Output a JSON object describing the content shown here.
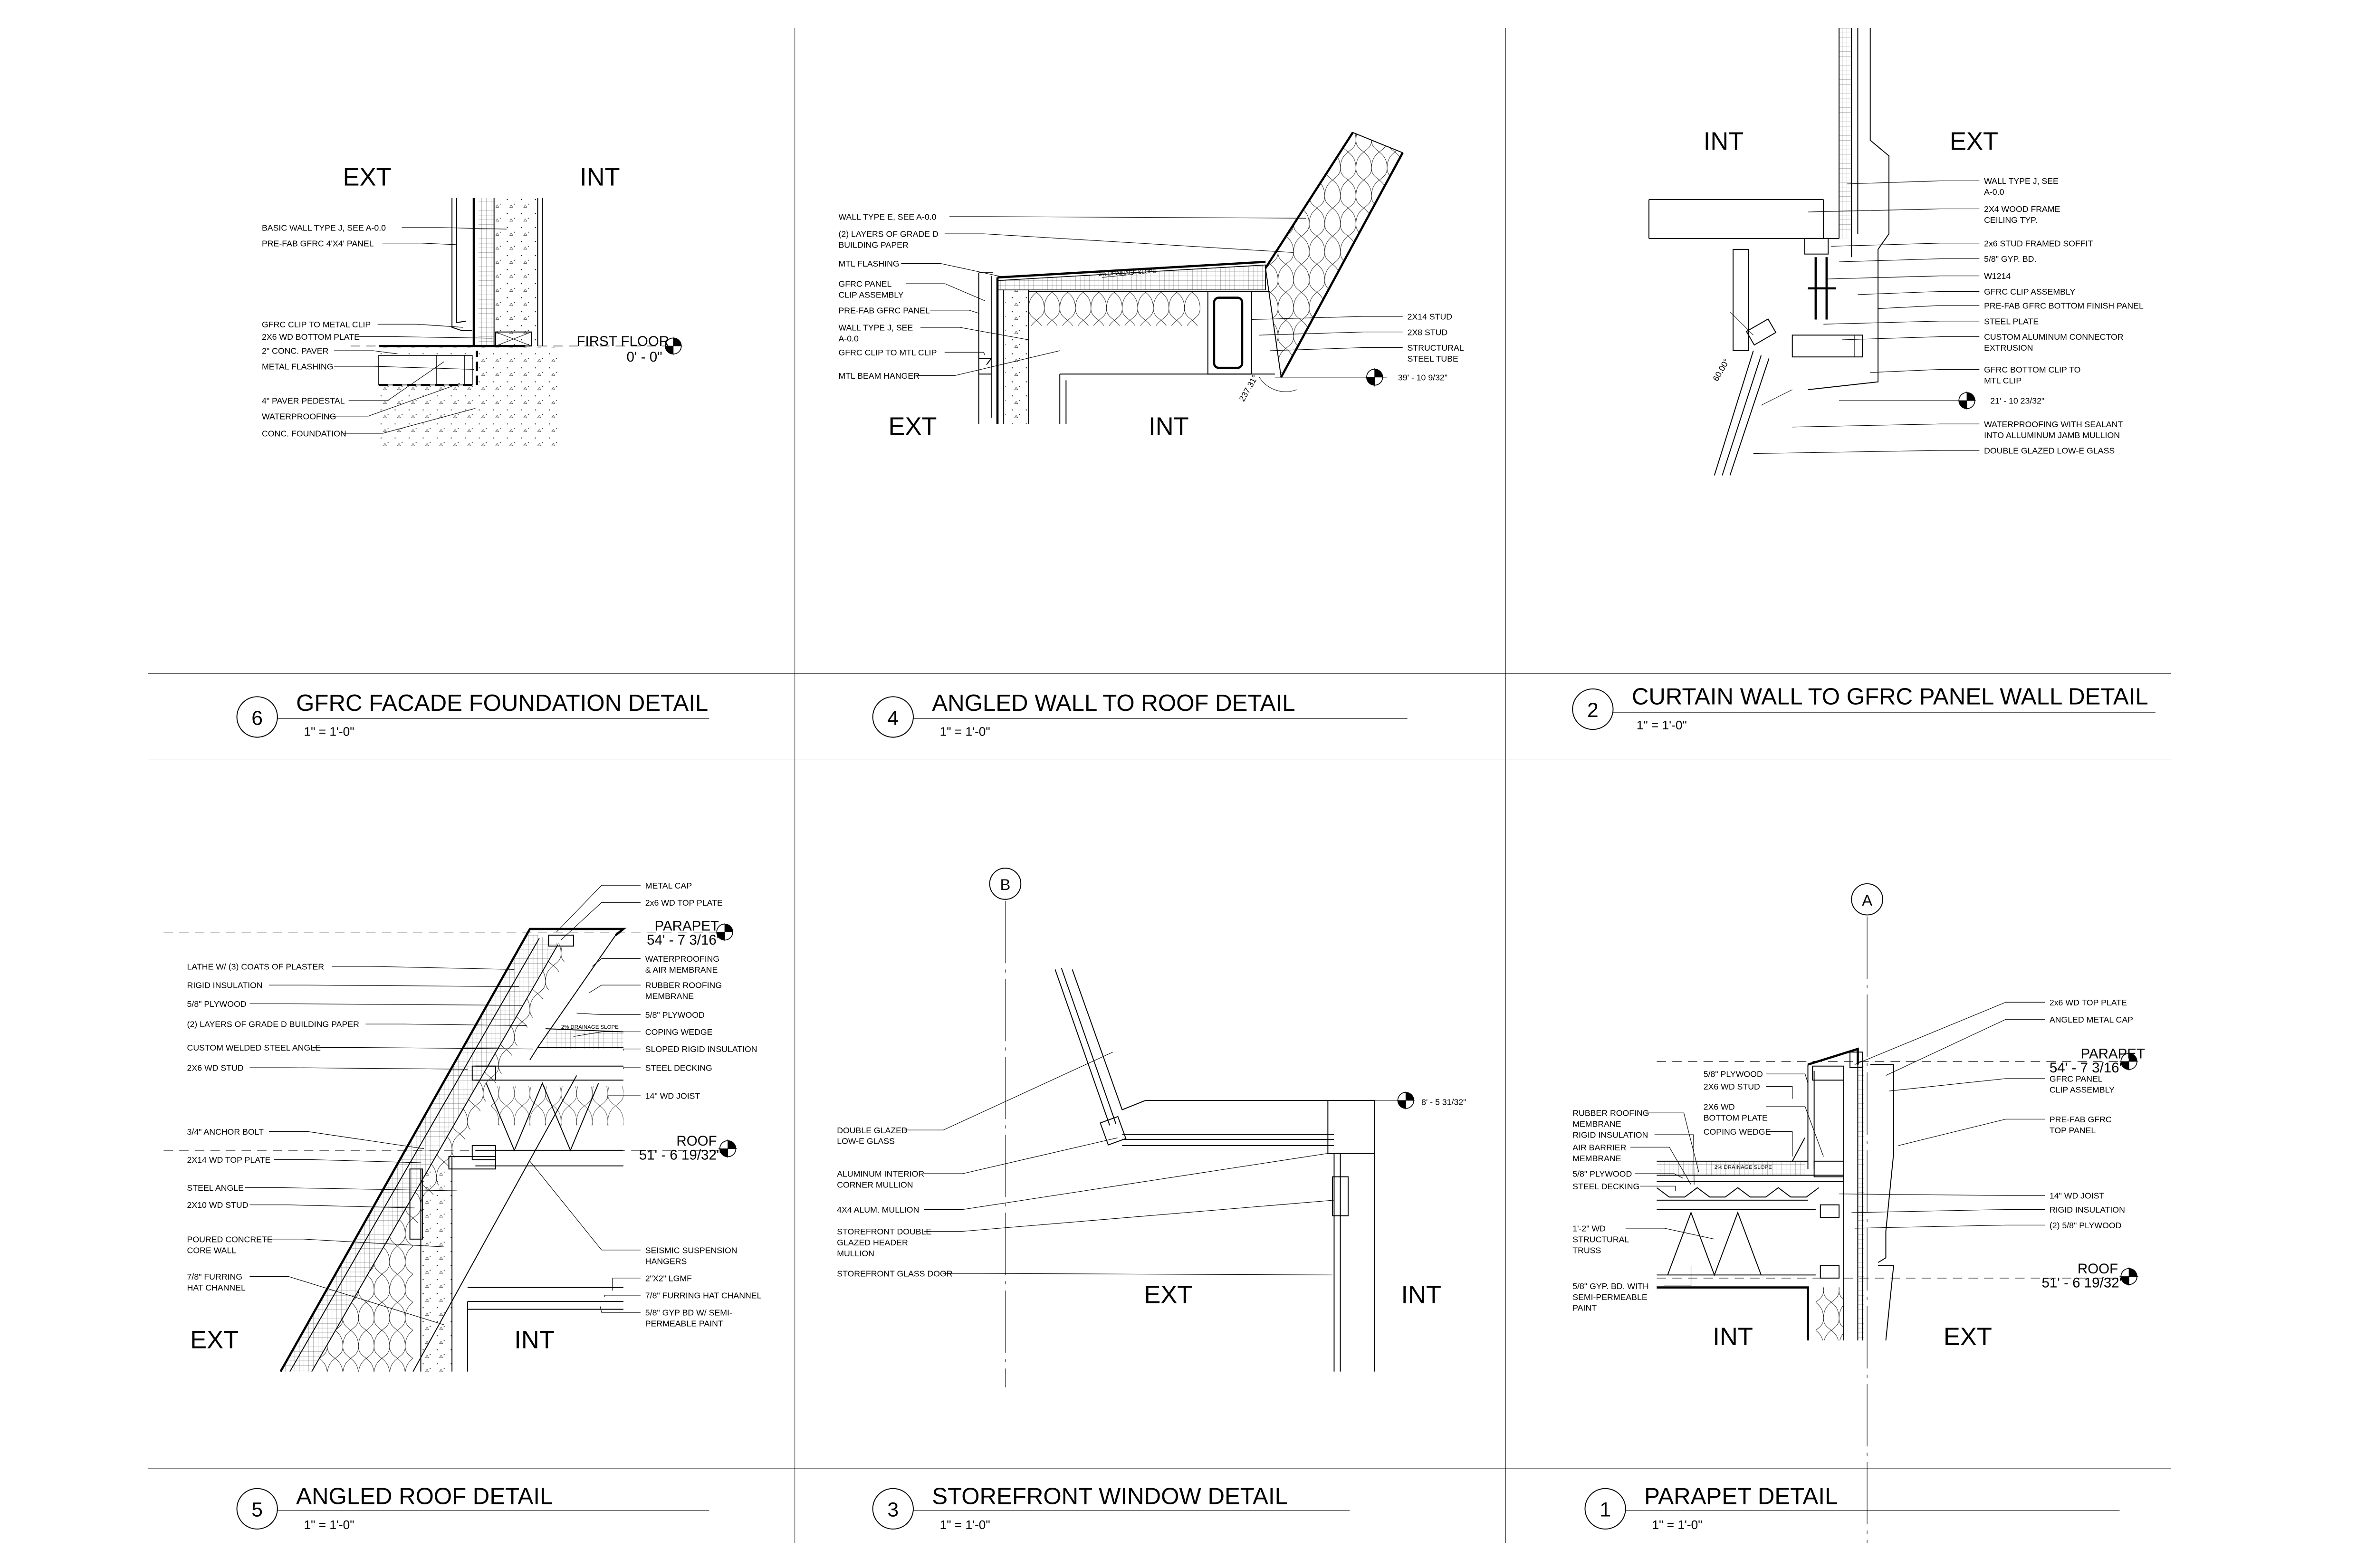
{
  "sheet": {
    "panels": {
      "d6": {
        "number": "6",
        "title": "GFRC FACADE FOUNDATION DETAIL",
        "scale": "1\" = 1'-0\"",
        "zones": {
          "ext": "EXT",
          "int": "INT"
        },
        "levels": [
          {
            "name": "FIRST FLOOR",
            "elev": "0' - 0\""
          }
        ],
        "notes": [
          [
            "BASIC WALL TYPE J, SEE A-0.0"
          ],
          [
            "PRE-FAB GFRC 4'X4' PANEL"
          ],
          [
            "GFRC CLIP TO METAL CLIP"
          ],
          [
            "2X6 WD BOTTOM PLATE"
          ],
          [
            "2\" CONC. PAVER"
          ],
          [
            "METAL FLASHING"
          ],
          [
            "4\" PAVER PEDESTAL"
          ],
          [
            "WATERPROOFING"
          ],
          [
            "CONC. FOUNDATION"
          ]
        ]
      },
      "d4": {
        "number": "4",
        "title": "ANGLED WALL TO ROOF DETAIL",
        "scale": "1\" = 1'-0\"",
        "zones": {
          "ext": "EXT",
          "int": "INT"
        },
        "levels": [
          {
            "elev": "39' - 10 9/32\""
          }
        ],
        "slope": "2% DRAINAGE SLOPE",
        "angle": "237.31°",
        "notes": [
          [
            "WALL TYPE E, SEE A-0.0"
          ],
          [
            "(2) LAYERS OF GRADE D",
            "BUILDING PAPER"
          ],
          [
            "MTL FLASHING"
          ],
          [
            "GFRC PANEL",
            "CLIP ASSEMBLY"
          ],
          [
            "PRE-FAB GFRC PANEL"
          ],
          [
            "WALL TYPE J, SEE",
            "A-0.0"
          ],
          [
            "GFRC CLIP TO MTL CLIP"
          ],
          [
            "MTL BEAM HANGER"
          ],
          [
            "2X14 STUD"
          ],
          [
            "2X8 STUD"
          ],
          [
            "STRUCTURAL",
            "STEEL TUBE"
          ]
        ]
      },
      "d2": {
        "number": "2",
        "title": "CURTAIN WALL TO GFRC PANEL WALL DETAIL",
        "scale": "1\" = 1'-0\"",
        "zones": {
          "ext": "EXT",
          "int": "INT"
        },
        "levels": [
          {
            "elev": "21' - 10 23/32\""
          }
        ],
        "angle": "60.00°",
        "notes": [
          [
            "WALL TYPE J, SEE",
            "A-0.0"
          ],
          [
            "2X4 WOOD FRAME",
            "CEILING TYP."
          ],
          [
            "2x6 STUD FRAMED SOFFIT"
          ],
          [
            "5/8\" GYP. BD."
          ],
          [
            "W1214"
          ],
          [
            "GFRC CLIP ASSEMBLY"
          ],
          [
            "PRE-FAB GFRC BOTTOM FINISH PANEL"
          ],
          [
            "STEEL PLATE"
          ],
          [
            "CUSTOM ALUMINUM CONNECTOR",
            "EXTRUSION"
          ],
          [
            "GFRC BOTTOM CLIP TO",
            "MTL CLIP"
          ],
          [
            "WATERPROOFING WITH SEALANT",
            "INTO ALLUMINUM JAMB MULLION"
          ],
          [
            "DOUBLE GLAZED LOW-E GLASS"
          ]
        ]
      },
      "d5": {
        "number": "5",
        "title": "ANGLED ROOF DETAIL",
        "scale": "1\" = 1'-0\"",
        "zones": {
          "ext": "EXT",
          "int": "INT"
        },
        "levels": [
          {
            "name": "PARAPET",
            "elev": "54' - 7 3/16\""
          },
          {
            "name": "ROOF",
            "elev": "51' - 6 19/32\""
          }
        ],
        "slope": "2% DRAINAGE SLOPE",
        "notes": [
          [
            "LATHE W/ (3) COATS OF PLASTER"
          ],
          [
            "RIGID INSULATION"
          ],
          [
            "5/8\" PLYWOOD"
          ],
          [
            "(2) LAYERS OF GRADE D BUILDING PAPER"
          ],
          [
            "CUSTOM WELDED STEEL ANGLE"
          ],
          [
            "2X6 WD  STUD"
          ],
          [
            "3/4\" ANCHOR BOLT"
          ],
          [
            "2X14 WD TOP PLATE"
          ],
          [
            "STEEL ANGLE"
          ],
          [
            "2X10 WD STUD"
          ],
          [
            "POURED CONCRETE",
            "CORE WALL"
          ],
          [
            "7/8\" FURRING",
            "HAT CHANNEL"
          ],
          [
            "METAL CAP"
          ],
          [
            "2x6 WD TOP PLATE"
          ],
          [
            "WATERPROOFING",
            "& AIR MEMBRANE"
          ],
          [
            "RUBBER ROOFING",
            "MEMBRANE"
          ],
          [
            "5/8\" PLYWOOD"
          ],
          [
            "COPING WEDGE"
          ],
          [
            "SLOPED RIGID INSULATION"
          ],
          [
            "STEEL DECKING"
          ],
          [
            "14\" WD JOIST"
          ],
          [
            "SEISMIC SUSPENSION",
            "HANGERS"
          ],
          [
            "2\"X2\" LGMF"
          ],
          [
            "7/8\" FURRING HAT CHANNEL"
          ],
          [
            "5/8\" GYP BD W/ SEMI-",
            "PERMEABLE PAINT"
          ]
        ]
      },
      "d3": {
        "number": "3",
        "title": "STOREFRONT WINDOW DETAIL",
        "scale": "1\" = 1'-0\"",
        "zones": {
          "ext": "EXT",
          "int": "INT"
        },
        "gridline": "B",
        "levels": [
          {
            "elev": "8' - 5 31/32\""
          }
        ],
        "notes": [
          [
            "DOUBLE GLAZED",
            "LOW-E GLASS"
          ],
          [
            "ALUMINUM INTERIOR",
            "CORNER MULLION"
          ],
          [
            "4X4 ALUM. MULLION"
          ],
          [
            "STOREFRONT DOUBLE",
            "GLAZED HEADER",
            "MULLION"
          ],
          [
            "STOREFRONT GLASS DOOR"
          ]
        ]
      },
      "d1": {
        "number": "1",
        "title": "PARAPET DETAIL",
        "scale": "1\" = 1'-0\"",
        "zones": {
          "ext": "EXT",
          "int": "INT"
        },
        "gridline": "A",
        "slope": "2% DRAINAGE SLOPE",
        "levels": [
          {
            "name": "PARAPET",
            "elev": "54' - 7 3/16\""
          },
          {
            "name": "ROOF",
            "elev": "51' - 6 19/32\""
          }
        ],
        "notes": [
          [
            "2x6 WD TOP PLATE"
          ],
          [
            "ANGLED METAL CAP"
          ],
          [
            "GFRC PANEL",
            "CLIP ASSEMBLY"
          ],
          [
            "PRE-FAB GFRC",
            "TOP PANEL"
          ],
          [
            "14\" WD JOIST"
          ],
          [
            "RIGID INSULATION"
          ],
          [
            "(2) 5/8\" PLYWOOD"
          ],
          [
            "RUBBER ROOFING",
            "MEMBRANE"
          ],
          [
            "RIGID INSULATION"
          ],
          [
            "AIR BARRIER",
            "MEMBRANE"
          ],
          [
            "5/8\" PLYWOOD"
          ],
          [
            "STEEL DECKING"
          ],
          [
            "1'-2\" WD",
            "STRUCTURAL",
            "TRUSS"
          ],
          [
            "5/8\" GYP. BD. WITH",
            "SEMI-PERMEABLE",
            "PAINT"
          ],
          [
            "5/8\" PLYWOOD"
          ],
          [
            "2X6 WD  STUD"
          ],
          [
            "2X6 WD",
            "BOTTOM PLATE"
          ],
          [
            "COPING WEDGE"
          ]
        ]
      }
    }
  }
}
